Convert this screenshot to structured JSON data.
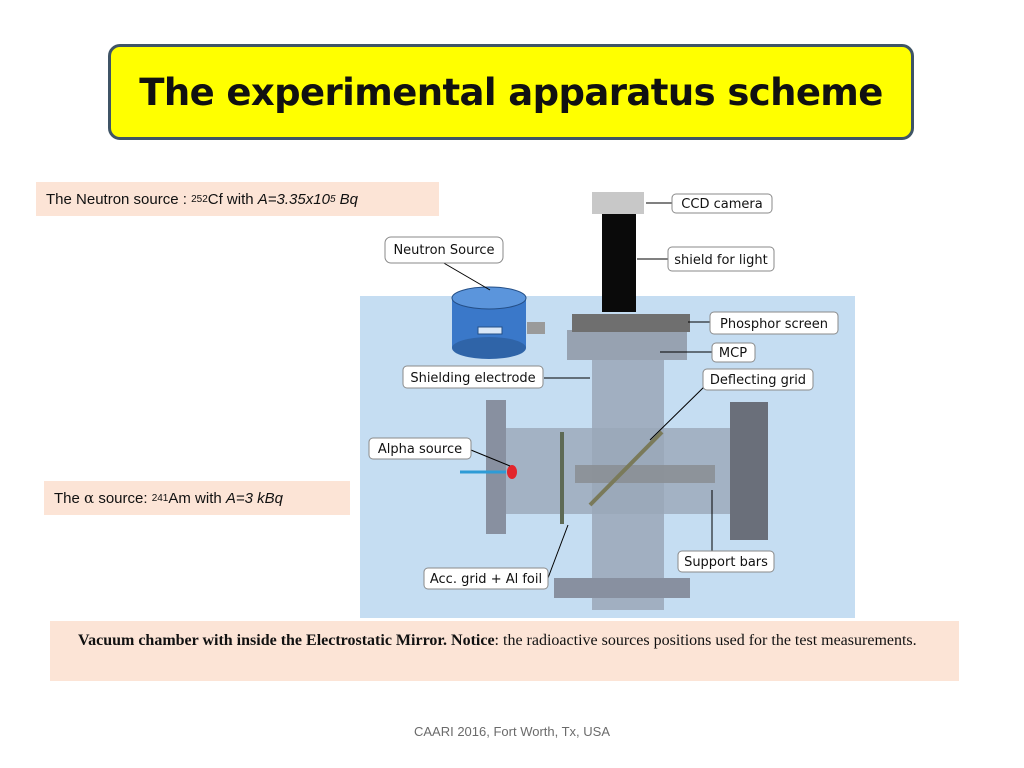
{
  "title": "The experimental apparatus scheme",
  "neutron_info": {
    "prefix": "The Neutron source : ",
    "isotope_mass": "252",
    "element_with": "Cf with ",
    "activity": "A=3.35x10",
    "activity_exp": "5",
    "activity_unit": " Bq"
  },
  "alpha_info": {
    "prefix": "The ",
    "alpha": "α",
    "middle": " source: ",
    "isotope_mass": "241",
    "element_with": "Am with ",
    "activity": "A=3 kBq"
  },
  "diagram_labels": {
    "ccd_camera": "CCD camera",
    "shield_light": "shield for light",
    "neutron_source": "Neutron Source",
    "phosphor_screen": "Phosphor screen",
    "mcp": "MCP",
    "shielding_electrode": "Shielding electrode",
    "deflecting_grid": "Deflecting grid",
    "alpha_source": "Alpha source",
    "support_bars": "Support bars",
    "acc_grid": "Acc. grid + Al foil"
  },
  "caption": {
    "bold": "Vacuum chamber with inside the Electrostatic Mirror. Notice",
    "rest": ": the radioactive sources  positions used for the test measurements."
  },
  "footer": "CAARI 2016, Fort Worth, Tx, USA",
  "colors": {
    "title_bg": "#ffff00",
    "info_bg": "#fce4d6",
    "diagram_bg": "#c5ddf2",
    "neutron_cylinder": "#3a78c9",
    "alpha_dot": "#e3242b"
  }
}
